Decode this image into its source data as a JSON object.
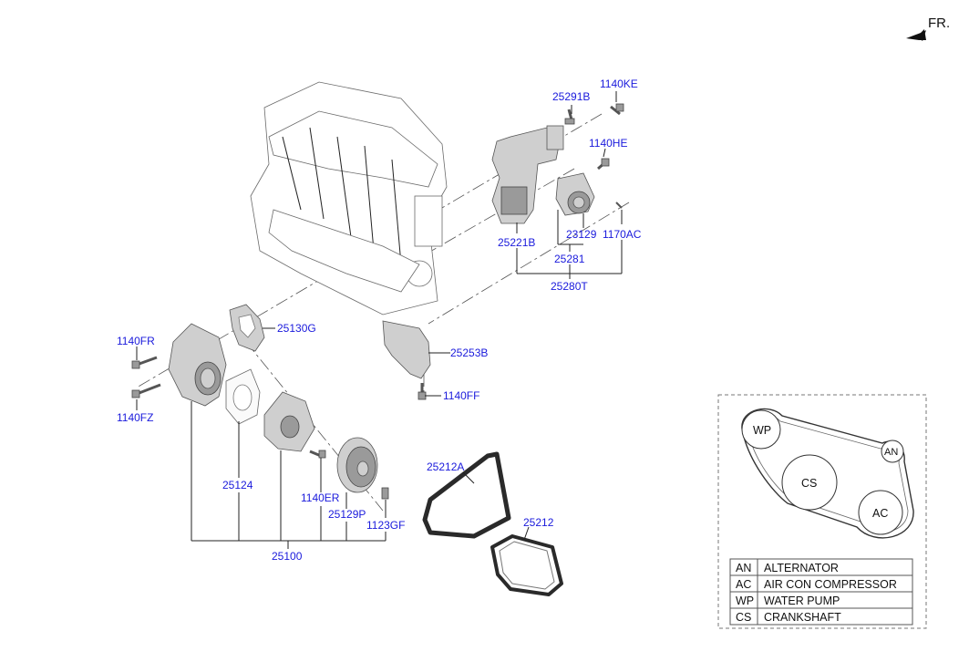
{
  "orientation": {
    "label": "FR."
  },
  "callouts": {
    "p25291B": "25291B",
    "p1140KE": "1140KE",
    "p1140HE": "1140HE",
    "p25221B": "25221B",
    "p23129": "23129",
    "p1170AC": "1170AC",
    "p25281": "25281",
    "p25280T": "25280T",
    "p25130G": "25130G",
    "p1140FR": "1140FR",
    "p25253B": "25253B",
    "p1140FZ": "1140FZ",
    "p1140FF": "1140FF",
    "p25212A": "25212A",
    "p25124": "25124",
    "p1140ER": "1140ER",
    "p25129P": "25129P",
    "p1123GF": "1123GF",
    "p25212": "25212",
    "p25100": "25100"
  },
  "belt_routing": {
    "pulleys": {
      "wp": "WP",
      "cs": "CS",
      "an": "AN",
      "ac": "AC"
    },
    "legend": [
      {
        "code": "AN",
        "name": "ALTERNATOR"
      },
      {
        "code": "AC",
        "name": "AIR CON COMPRESSOR"
      },
      {
        "code": "WP",
        "name": "WATER PUMP"
      },
      {
        "code": "CS",
        "name": "CRANKSHAFT"
      }
    ]
  }
}
